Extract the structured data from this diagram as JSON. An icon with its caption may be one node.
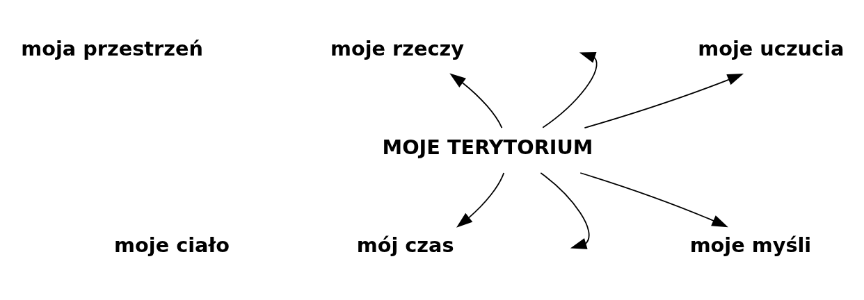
{
  "diagram": {
    "nodes": [
      {
        "text": [
          "MOJE TERYTORIUM"
        ]
      },
      {
        "text": [
          "moje rzeczy"
        ]
      },
      {
        "text": [
          "moje uczucia"
        ]
      },
      {
        "text": [
          "mój czas"
        ]
      },
      {
        "text": [
          "moje myśli"
        ]
      }
    ],
    "edges": [
      {
        "from": 0,
        "to": 1,
        "arrow": "to"
      },
      {
        "from": 0,
        "to": null,
        "arrow": "to"
      },
      {
        "from": 0,
        "to": 2,
        "arrow": "to"
      },
      {
        "from": 0,
        "to": 3,
        "arrow": "to"
      },
      {
        "from": 0,
        "to": null,
        "arrow": "to"
      },
      {
        "from": 0,
        "to": 4,
        "arrow": "to"
      }
    ],
    "labels": [
      "moja przestrzeń",
      "moje ciało"
    ]
  }
}
